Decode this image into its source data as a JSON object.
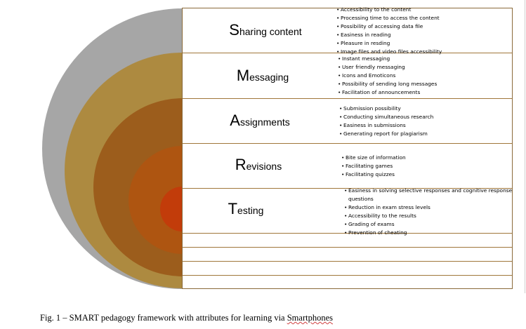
{
  "colors": {
    "ring_outer": "#a6a6a6",
    "ring_2": "#ad8a40",
    "ring_3": "#9c5d1c",
    "ring_4": "#ae5511",
    "ring_core": "#c23c0a",
    "divider": "#a0763a"
  },
  "rows": [
    {
      "initial": "S",
      "rest": "haring content",
      "bullets": [
        "Accessibility to the content",
        "Processing time to access the content",
        "Possibility of accessing data file",
        "Easiness in reading",
        "Pleasure in resding",
        "Image files and video files accessibility"
      ]
    },
    {
      "initial": "M",
      "rest": "essaging",
      "bullets": [
        "Instant messaging",
        "User friendly messaging",
        "Icons and Emoticons",
        "Possibility of sending long messages",
        "Facilitation of announcements"
      ]
    },
    {
      "initial": "A",
      "rest": "ssignments",
      "bullets": [
        "Submission possibility",
        "Conducting simultaneous research",
        "Easiness in submissions",
        "Generating report for plagiarism"
      ]
    },
    {
      "initial": "R",
      "rest": "evisions",
      "bullets": [
        "Bite size of information",
        "Facilitating games",
        "Facilitating quizzes"
      ]
    },
    {
      "initial": "T",
      "rest": "esting",
      "bullets": [
        "Easiness in solving selective responses and cognitive response questions",
        "Reduction in exam stress levels",
        "Accessibility to the results",
        "Grading of exams",
        "Prevention of cheating"
      ]
    }
  ],
  "caption": {
    "text": "Fig. 1 – SMART pedagogy framework with attributes for learning via ",
    "underlined": "Smartphones"
  }
}
